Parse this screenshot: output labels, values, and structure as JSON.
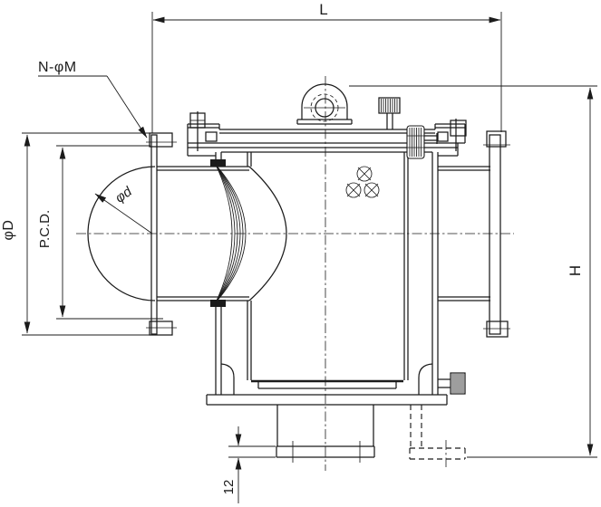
{
  "drawing": {
    "dimensions": {
      "overall_length": "L",
      "overall_height": "H",
      "flange_outer_diameter": "φD",
      "bolt_pitch_circle": "P.C.D.",
      "bore_diameter": "φd",
      "bolt_holes": "N-φM",
      "flange_thickness": "12"
    },
    "colors": {
      "line": "#1b1b1b",
      "background": "#ffffff"
    }
  }
}
